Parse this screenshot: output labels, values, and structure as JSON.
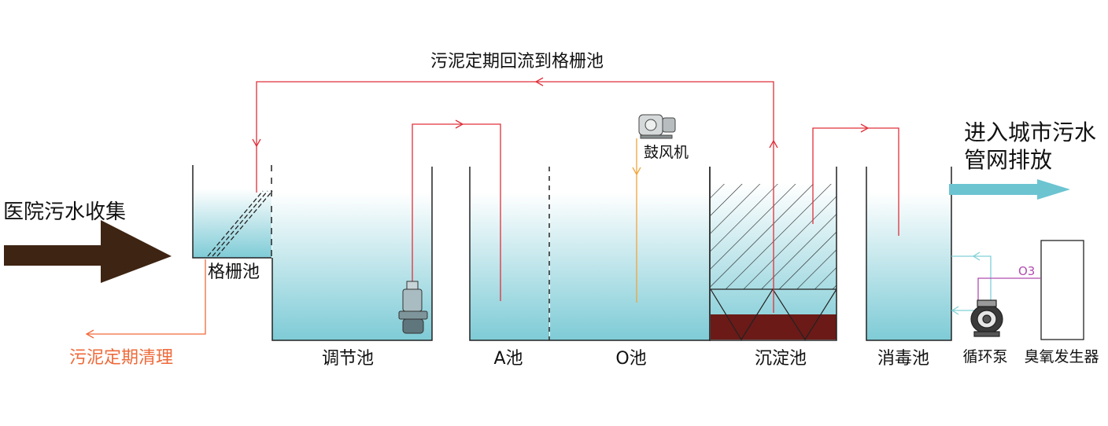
{
  "labels": {
    "inlet": "医院污水收集",
    "recycle": "污泥定期回流到格栅池",
    "sludge_clean": "污泥定期清理",
    "outlet_line1": "进入城市污水",
    "outlet_line2": "管网排放",
    "blower": "鼓风机",
    "pump": "循环泵",
    "ozone_generator": "臭氧发生器",
    "ozone": "O3"
  },
  "tanks": [
    {
      "id": "grid",
      "label": "格栅池"
    },
    {
      "id": "equalization",
      "label": "调节池"
    },
    {
      "id": "anoxic",
      "label": "A池"
    },
    {
      "id": "oxic",
      "label": "O池"
    },
    {
      "id": "sedimentation",
      "label": "沉淀池"
    },
    {
      "id": "disinfection",
      "label": "消毒池"
    }
  ],
  "colors": {
    "water_top": "#ffffff",
    "water_bottom": "#7ecbd6",
    "inlet_arrow": "#3e2412",
    "outlet_arrow": "#6cc4d1",
    "recycle_line": "#e0303a",
    "sludge_line": "#f26a3b",
    "sludge_text": "#ee6a3a",
    "blower_line": "#f2a43a",
    "ozone_line": "#b04db0",
    "pump_line": "#7fd0d8",
    "sludge_layer": "#6b1a17",
    "wall": "#222222"
  }
}
